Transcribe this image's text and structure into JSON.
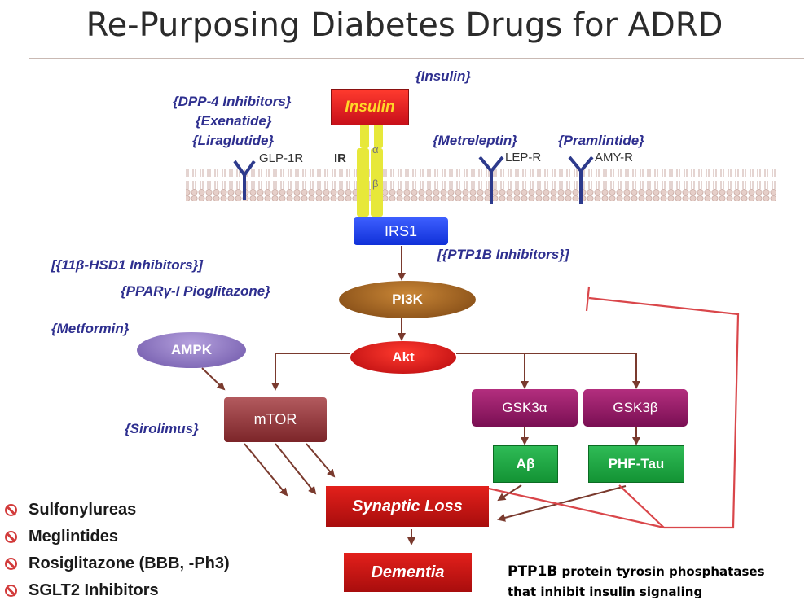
{
  "title": "Re-Purposing Diabetes Drugs for ADRD",
  "drugs": {
    "insulin": "{Insulin}",
    "dpp4": "{DPP-4 Inhibitors}",
    "exenatide": "{Exenatide}",
    "liraglutide": "{Liraglutide}",
    "metreleptin": "{Metreleptin}",
    "pramlintide": "{Pramlintide}",
    "ptp1b": "[{PTP1B Inhibitors}]",
    "hsd1": "[{11β-HSD1 Inhibitors}]",
    "ppar": "{PPARγ-I Pioglitazone}",
    "metformin": "{Metformin}",
    "sirolimus": "{Sirolimus}"
  },
  "receptors": {
    "glp1r": "GLP-1R",
    "ir": "IR",
    "lepr": "LEP-R",
    "amyr": "AMY-R",
    "alpha": "α",
    "beta": "β"
  },
  "nodes": {
    "insulin": "Insulin",
    "irs1": "IRS1",
    "pi3k": "PI3K",
    "akt": "Akt",
    "ampk": "AMPK",
    "mtor": "mTOR",
    "gsk3a": "GSK3α",
    "gsk3b": "GSK3β",
    "abeta": "Aβ",
    "phftau": "PHF-Tau",
    "synaptic_loss": "Synaptic Loss",
    "dementia": "Dementia"
  },
  "contraindicated": [
    "Sulfonylureas",
    "Meglintides",
    "Rosiglitazone (BBB, -Ph3)",
    "SGLT2 Inhibitors"
  ],
  "note": {
    "line1_bold": "PTP1B",
    "line1_rest": " protein tyrosin phosphatases",
    "line2": "that inhibit insulin signaling"
  },
  "colors": {
    "drug_text": "#2e2f8f",
    "arrow_brown": "#7a3a2e",
    "inhibit_red": "#d9464a",
    "receptor_blue": "#2d3a8c"
  }
}
